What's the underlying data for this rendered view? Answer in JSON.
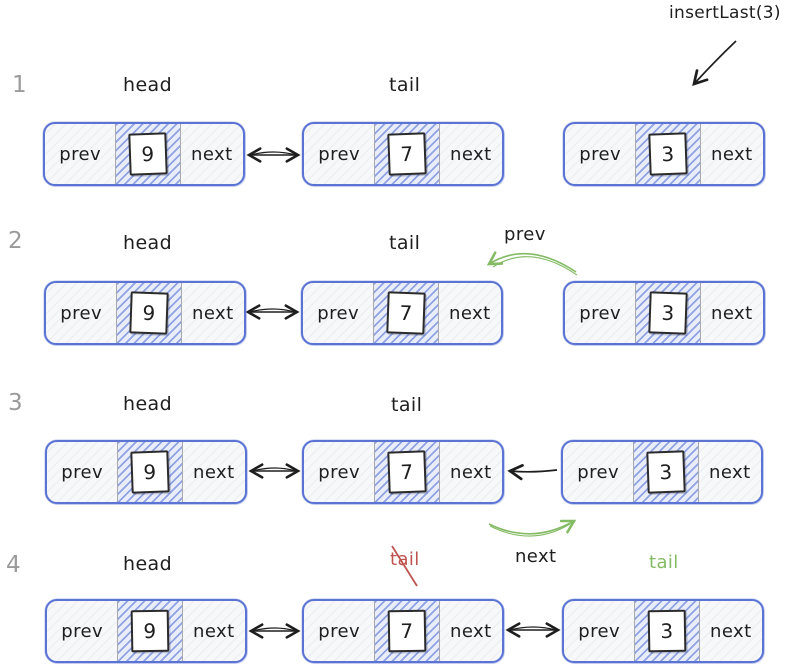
{
  "annotation": {
    "label": "insertLast(3)"
  },
  "cell_labels": {
    "prev": "prev",
    "next": "next"
  },
  "rows": [
    {
      "step": "1",
      "head_label": "head",
      "tail_label": "tail",
      "nodes": [
        {
          "value": "9"
        },
        {
          "value": "7"
        },
        {
          "value": "3"
        }
      ]
    },
    {
      "step": "2",
      "head_label": "head",
      "tail_label": "tail",
      "pointer_label": "prev",
      "nodes": [
        {
          "value": "9"
        },
        {
          "value": "7"
        },
        {
          "value": "3"
        }
      ]
    },
    {
      "step": "3",
      "head_label": "head",
      "tail_label": "tail",
      "pointer_label": "next",
      "nodes": [
        {
          "value": "9"
        },
        {
          "value": "7"
        },
        {
          "value": "3"
        }
      ]
    },
    {
      "step": "4",
      "head_label": "head",
      "old_tail_label": "tail",
      "new_tail_label": "tail",
      "nodes": [
        {
          "value": "9"
        },
        {
          "value": "7"
        },
        {
          "value": "3"
        }
      ]
    }
  ],
  "colors": {
    "ink": "#1e1e1e",
    "blue": "#5b74d4",
    "blue_hatch": "#8fa2e2",
    "green": "#84bb64",
    "red": "#bf5350",
    "step_gray": "#9a9a9a"
  }
}
